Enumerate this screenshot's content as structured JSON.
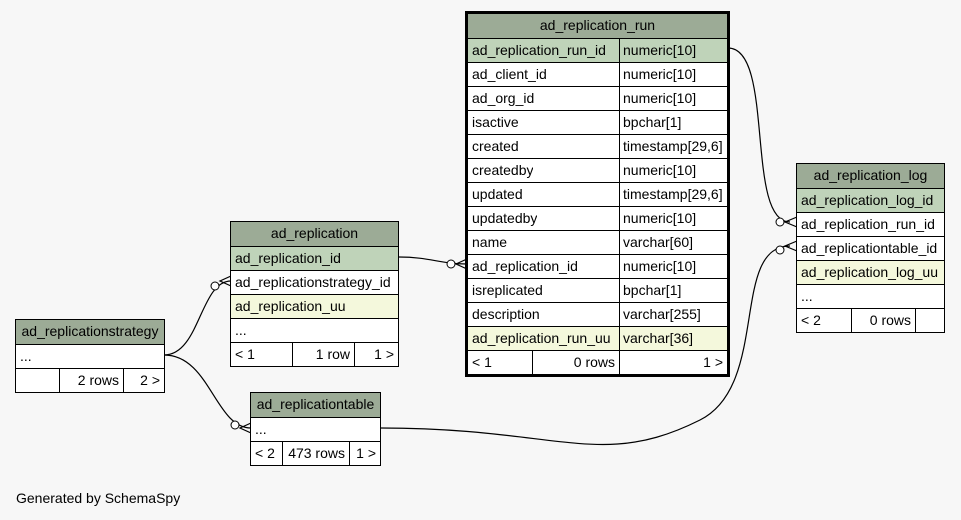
{
  "caption": "Generated by SchemaSpy",
  "tables": {
    "ad_replication_run": {
      "title": "ad_replication_run",
      "columns": [
        {
          "name": "ad_replication_run_id",
          "type": "numeric[10]"
        },
        {
          "name": "ad_client_id",
          "type": "numeric[10]"
        },
        {
          "name": "ad_org_id",
          "type": "numeric[10]"
        },
        {
          "name": "isactive",
          "type": "bpchar[1]"
        },
        {
          "name": "created",
          "type": "timestamp[29,6]"
        },
        {
          "name": "createdby",
          "type": "numeric[10]"
        },
        {
          "name": "updated",
          "type": "timestamp[29,6]"
        },
        {
          "name": "updatedby",
          "type": "numeric[10]"
        },
        {
          "name": "name",
          "type": "varchar[60]"
        },
        {
          "name": "ad_replication_id",
          "type": "numeric[10]"
        },
        {
          "name": "isreplicated",
          "type": "bpchar[1]"
        },
        {
          "name": "description",
          "type": "varchar[255]"
        },
        {
          "name": "ad_replication_run_uu",
          "type": "varchar[36]"
        }
      ],
      "footer": {
        "parents": "< 1",
        "rows": "0 rows",
        "children": "1 >"
      }
    },
    "ad_replication_log": {
      "title": "ad_replication_log",
      "columns": [
        {
          "name": "ad_replication_log_id"
        },
        {
          "name": "ad_replication_run_id"
        },
        {
          "name": "ad_replicationtable_id"
        },
        {
          "name": "ad_replication_log_uu"
        },
        {
          "name": "..."
        }
      ],
      "footer": {
        "parents": "< 2",
        "rows": "0 rows",
        "children": ""
      }
    },
    "ad_replication": {
      "title": "ad_replication",
      "columns": [
        {
          "name": "ad_replication_id"
        },
        {
          "name": "ad_replicationstrategy_id"
        },
        {
          "name": "ad_replication_uu"
        },
        {
          "name": "..."
        }
      ],
      "footer": {
        "parents": "< 1",
        "rows": "1 row",
        "children": "1 >"
      }
    },
    "ad_replicationstrategy": {
      "title": "ad_replicationstrategy",
      "columns": [
        {
          "name": "..."
        }
      ],
      "footer": {
        "parents": "",
        "rows": "2 rows",
        "children": "2 >"
      }
    },
    "ad_replicationtable": {
      "title": "ad_replicationtable",
      "columns": [
        {
          "name": "..."
        }
      ],
      "footer": {
        "parents": "< 2",
        "rows": "473 rows",
        "children": "1 >"
      }
    }
  },
  "colors": {
    "header": "#9cab96",
    "primary_key": "#bfd3b9",
    "unique_key": "#f4f8dc",
    "background": "#f7f7f7"
  }
}
